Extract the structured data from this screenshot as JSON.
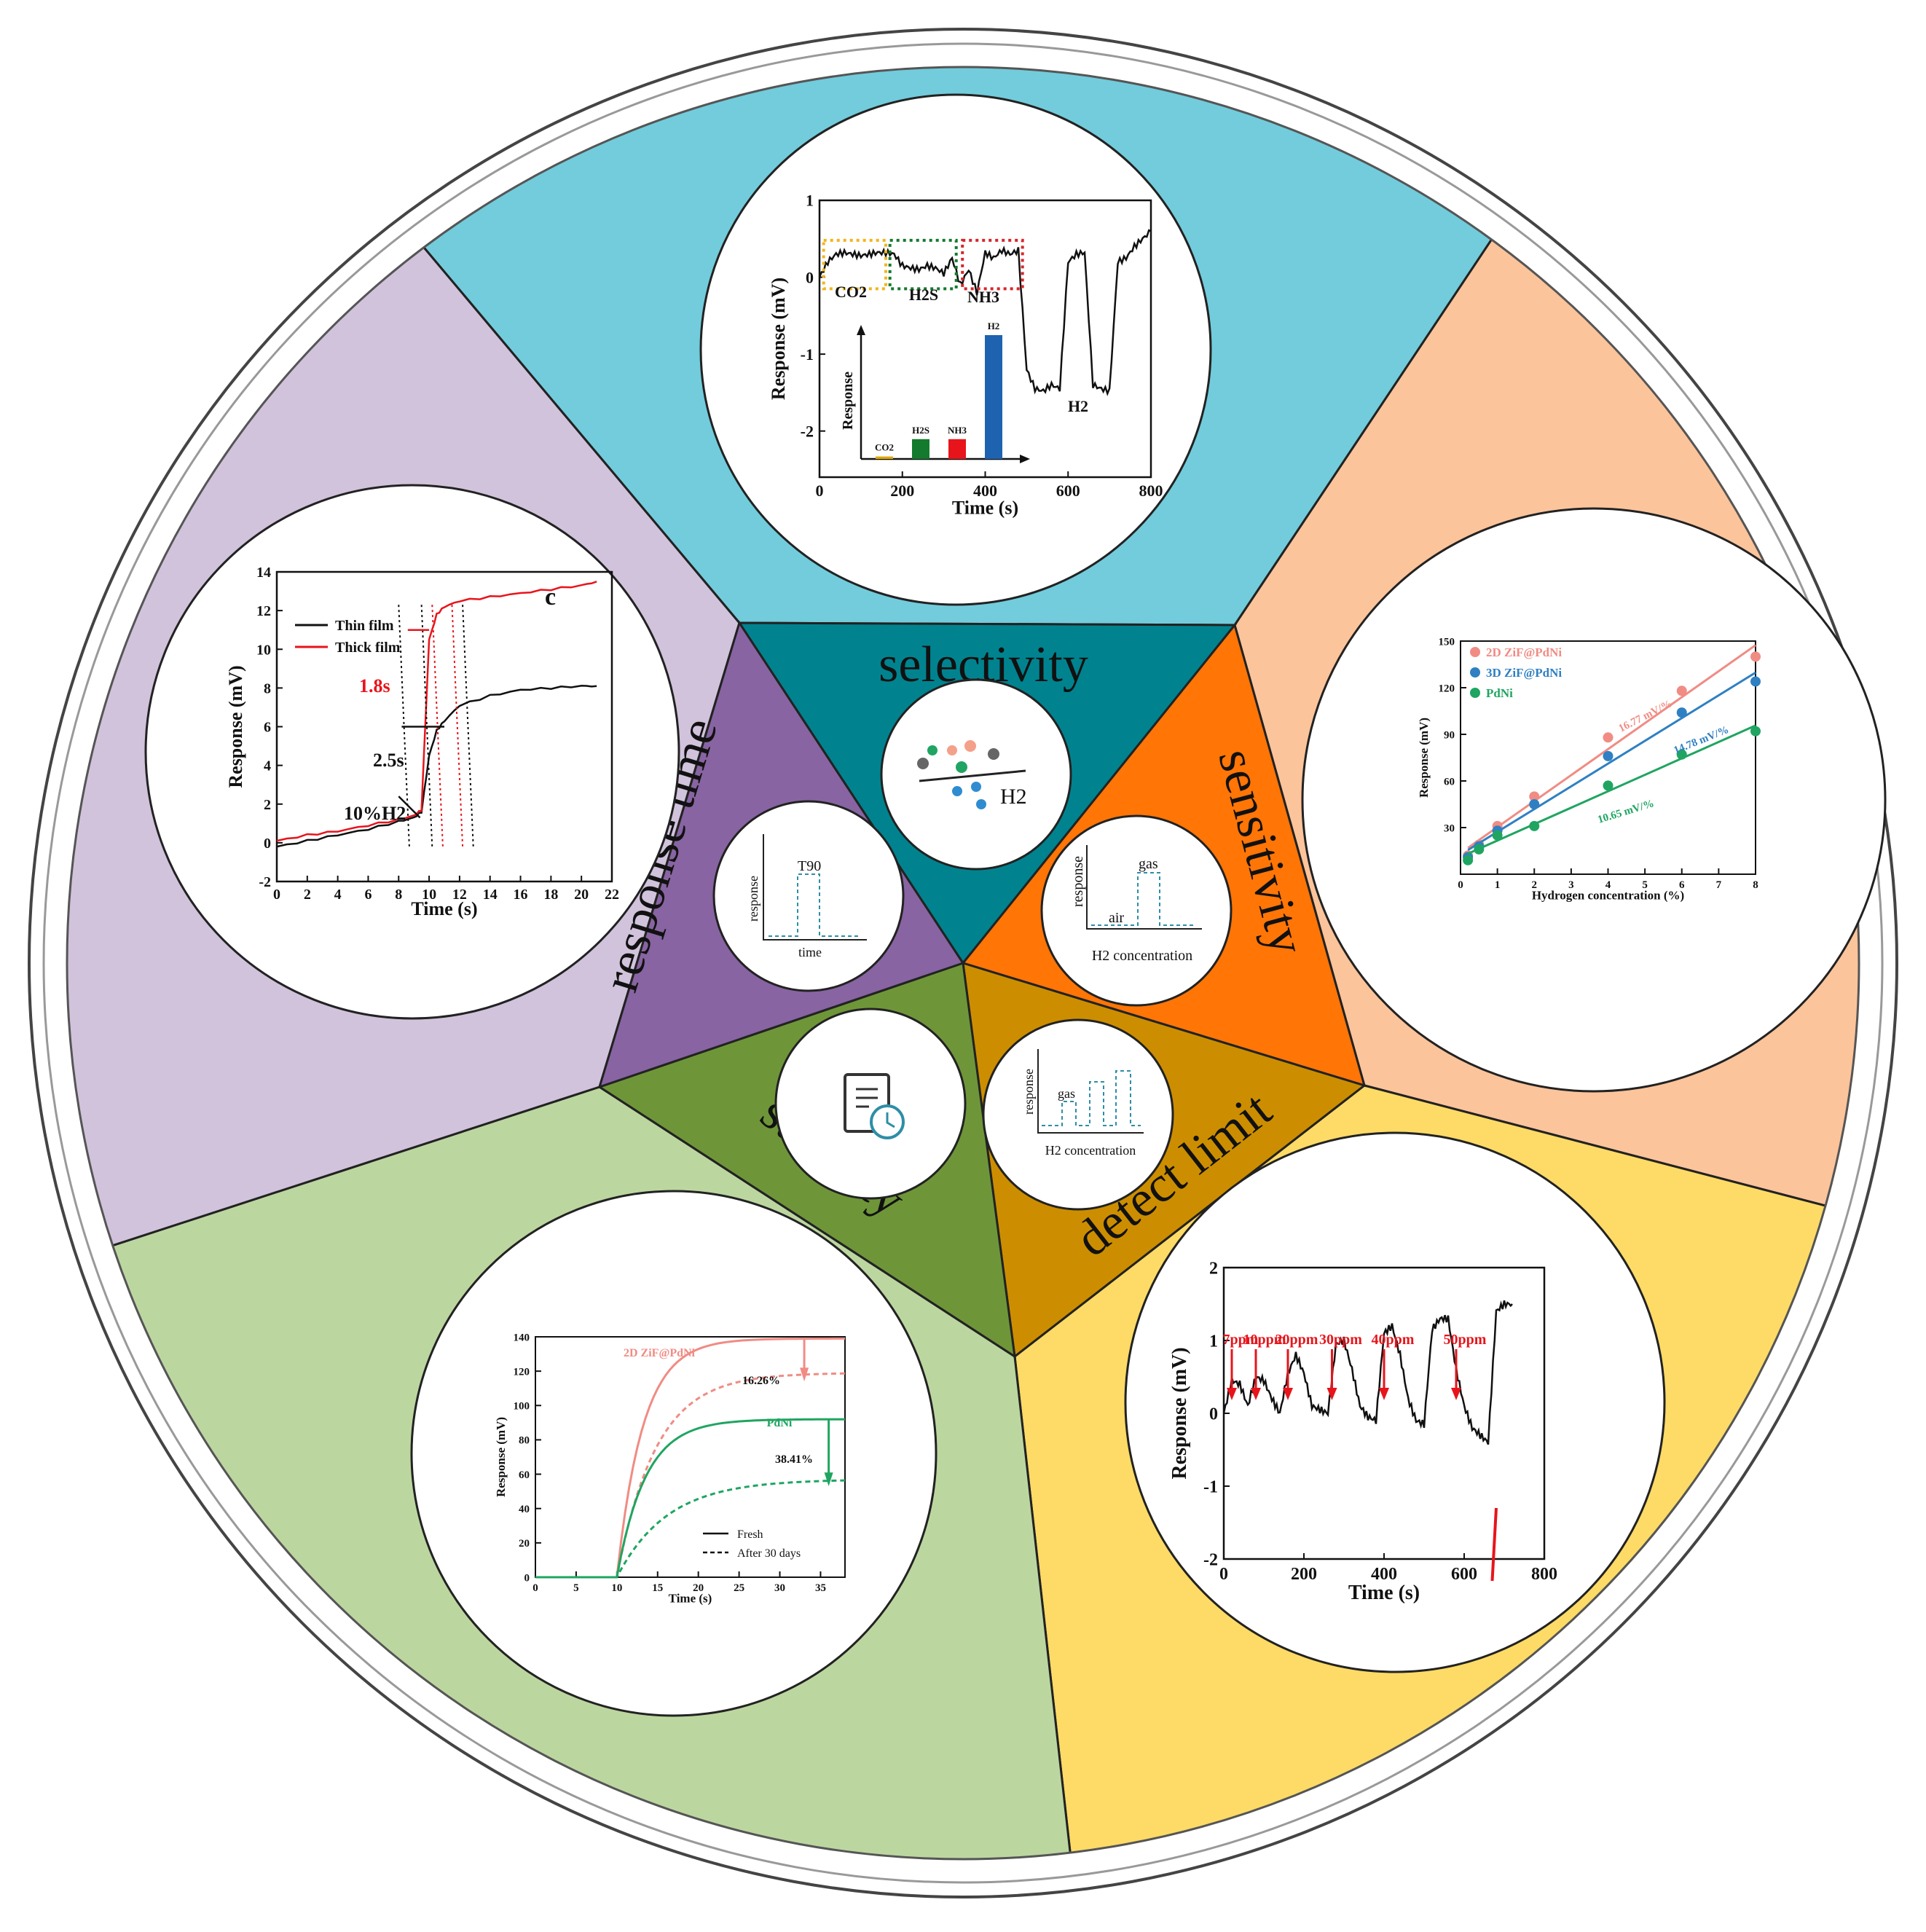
{
  "colors": {
    "selectivity_outer": "#72CCDC",
    "sensitivity_outer": "#FCC49B",
    "detect_outer": "#FDDB66",
    "stability_outer": "#BCD6A0",
    "response_outer": "#D1C3DC",
    "selectivity_inner": "#00838F",
    "sensitivity_inner": "#FF7506",
    "detect_inner": "#CC8E00",
    "stability_inner": "#6E9639",
    "response_inner": "#8864A2",
    "pink": "#F08C84",
    "blue": "#2F80C2",
    "green": "#1FA561",
    "red": "#E8141B",
    "teal_dash": "#2E8EA6"
  },
  "center": {
    "selectivity": "selectivity",
    "sensitivity": "sensitivity",
    "detect_limit": "detect limit",
    "stability": "stability",
    "response_time": "response time"
  },
  "icons": {
    "selectivity": {
      "gas": "H2",
      "icon": "molecule-filter-icon"
    },
    "sensitivity": {
      "ylabel": "response",
      "peak": "gas",
      "base": "air",
      "xlabel": "H2 concentration"
    },
    "detect": {
      "ylabel": "response",
      "peak": "gas",
      "xlabel": "H2 concentration"
    },
    "response": {
      "ylabel": "response",
      "peak": "T90",
      "xlabel": "time"
    },
    "stability": {
      "icon": "document-clock-icon"
    }
  },
  "chart_data": [
    {
      "id": "selectivity",
      "type": "line",
      "xlabel": "Time (s)",
      "ylabel": "Response (mV)",
      "xlim": [
        0,
        800
      ],
      "ylim": [
        -2.6,
        1
      ],
      "xticks": [
        "0",
        "200",
        "400",
        "600",
        "800"
      ],
      "yticks": [
        "1",
        "0",
        "-1",
        "-2"
      ],
      "annotations": [
        "CO2",
        "H2S",
        "NH3",
        "H2"
      ],
      "series": [
        {
          "x": [
            0,
            20,
            40,
            60,
            80,
            100,
            120,
            140,
            160,
            180,
            200,
            220,
            240,
            260,
            280,
            300,
            320,
            340,
            360,
            380,
            400,
            420,
            440,
            460,
            480,
            500,
            520,
            540,
            560,
            580,
            600,
            620,
            640,
            660,
            680,
            700,
            720,
            740,
            760,
            780,
            800
          ],
          "y": [
            0.0,
            0.2,
            0.3,
            0.32,
            0.3,
            0.28,
            0.3,
            0.32,
            0.32,
            0.3,
            0.15,
            0.12,
            0.1,
            0.15,
            0.12,
            0.05,
            0.25,
            -0.1,
            0.1,
            -0.2,
            0.32,
            0.25,
            0.35,
            0.3,
            0.35,
            -1.2,
            -1.45,
            -1.48,
            -1.4,
            -1.45,
            0.2,
            0.3,
            0.32,
            -1.4,
            -1.45,
            -1.48,
            0.2,
            0.25,
            0.4,
            0.5,
            0.6
          ]
        }
      ],
      "inset": {
        "ylabel": "Response",
        "categories": [
          "CO2",
          "H2S",
          "NH3",
          "H2"
        ],
        "values": [
          0.02,
          0.16,
          0.16,
          1.0
        ]
      }
    },
    {
      "id": "sensitivity",
      "type": "scatter",
      "xlabel": "Hydrogen concentration (%)",
      "ylabel": "Response (mV)",
      "xlim": [
        0,
        8
      ],
      "ylim": [
        0,
        150
      ],
      "xticks": [
        "0",
        "1",
        "2",
        "3",
        "4",
        "5",
        "6",
        "7",
        "8"
      ],
      "yticks": [
        "30",
        "60",
        "90",
        "120",
        "150"
      ],
      "series": [
        {
          "name": "2D ZiF@PdNi",
          "slope_label": "16.77 mV/%",
          "x": [
            0.2,
            0.5,
            1,
            2,
            4,
            6,
            8
          ],
          "y": [
            12,
            19,
            31,
            50,
            88,
            118,
            140
          ]
        },
        {
          "name": "3D ZiF@PdNi",
          "slope_label": "14.78 mV/%",
          "x": [
            0.2,
            0.5,
            1,
            2,
            4,
            6,
            8
          ],
          "y": [
            11,
            18,
            28,
            45,
            76,
            104,
            124
          ]
        },
        {
          "name": "PdNi",
          "slope_label": "10.65 mV/%",
          "x": [
            0.2,
            0.5,
            1,
            2,
            4,
            6,
            8
          ],
          "y": [
            9,
            16,
            25,
            31,
            57,
            77,
            92
          ]
        }
      ]
    },
    {
      "id": "detect",
      "type": "line",
      "xlabel": "Time (s)",
      "ylabel": "Response (mV)",
      "xlim": [
        0,
        800
      ],
      "ylim": [
        -2,
        2
      ],
      "xticks": [
        "0",
        "200",
        "400",
        "600",
        "800"
      ],
      "yticks": [
        "2",
        "1",
        "0",
        "-1",
        "-2"
      ],
      "annotations": [
        "7ppm",
        "10ppm",
        "20ppm",
        "30ppm",
        "40ppm",
        "50ppm"
      ],
      "series": [
        {
          "x": [
            0,
            20,
            40,
            60,
            80,
            100,
            120,
            140,
            160,
            180,
            200,
            220,
            240,
            260,
            280,
            300,
            320,
            340,
            360,
            380,
            400,
            420,
            440,
            460,
            480,
            500,
            520,
            540,
            560,
            580,
            600,
            620,
            640,
            660,
            680,
            700,
            720
          ],
          "y": [
            0,
            0.45,
            0.4,
            0.1,
            0.5,
            0.45,
            0.2,
            0.0,
            0.55,
            0.8,
            0.55,
            0.1,
            0.05,
            0.0,
            0.95,
            1.0,
            0.6,
            0.1,
            -0.05,
            -0.1,
            1.1,
            1.2,
            0.8,
            0.2,
            -0.1,
            -0.15,
            1.15,
            1.3,
            1.3,
            0.6,
            0.1,
            -0.2,
            -0.3,
            -0.4,
            1.4,
            1.5,
            1.5
          ]
        }
      ]
    },
    {
      "id": "stability",
      "type": "line",
      "xlabel": "Time (s)",
      "ylabel": "Response (mV)",
      "xlim": [
        0,
        38
      ],
      "ylim": [
        0,
        140
      ],
      "xticks": [
        "0",
        "5",
        "10",
        "15",
        "20",
        "25",
        "30",
        "35"
      ],
      "yticks": [
        "0",
        "20",
        "40",
        "60",
        "80",
        "100",
        "120",
        "140"
      ],
      "legend": [
        "Fresh",
        "After 30 days"
      ],
      "annotations": [
        "2D ZiF@PdNi",
        "16.26%",
        "PdNi",
        "38.41%"
      ],
      "series": [
        {
          "name": "2D ZiF@PdNi",
          "asymptote": 139
        },
        {
          "name": "2D ZiF@PdNi",
          "asymptote": 119
        },
        {
          "name": "PdNi",
          "asymptote": 92
        },
        {
          "name": "PdNi",
          "asymptote": 57
        }
      ]
    },
    {
      "id": "response",
      "type": "line",
      "xlabel": "Time (s)",
      "ylabel": "Response (mV)",
      "xlim": [
        0,
        22
      ],
      "ylim": [
        -2,
        14
      ],
      "xticks": [
        "0",
        "2",
        "4",
        "6",
        "8",
        "10",
        "12",
        "14",
        "16",
        "18",
        "20",
        "22"
      ],
      "yticks": [
        "-2",
        "0",
        "2",
        "4",
        "6",
        "8",
        "10",
        "12",
        "14"
      ],
      "legend": [
        "Thin film",
        "Thick film"
      ],
      "panel": "c",
      "annotations": [
        "1.8s",
        "2.5s",
        "10%H2"
      ],
      "series": [
        {
          "name": "Thin film",
          "x": [
            0,
            2,
            4,
            6,
            8,
            9,
            9.5,
            10,
            10.5,
            11,
            12,
            14,
            16,
            18,
            20,
            21
          ],
          "y": [
            -0.2,
            0.1,
            0.4,
            0.7,
            1.1,
            1.3,
            1.6,
            4.5,
            5.8,
            6.3,
            7.1,
            7.6,
            7.9,
            8.0,
            8.1,
            8.1
          ]
        },
        {
          "name": "Thick film",
          "x": [
            0,
            2,
            4,
            6,
            8,
            9,
            9.5,
            10,
            10.5,
            11,
            12,
            14,
            16,
            18,
            20,
            21
          ],
          "y": [
            0.1,
            0.4,
            0.6,
            0.9,
            1.2,
            1.4,
            1.7,
            10.5,
            11.8,
            12.2,
            12.5,
            12.7,
            12.9,
            13.1,
            13.3,
            13.5
          ]
        }
      ]
    }
  ]
}
